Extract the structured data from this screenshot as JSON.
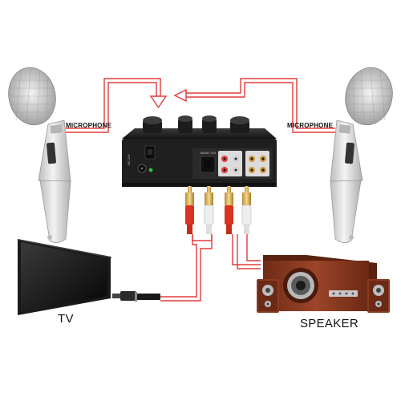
{
  "labels": {
    "mic_left": "MICROPHONE",
    "mic_right": "MICROPHONE",
    "tv": "TV",
    "speaker": "SPEAKER"
  },
  "mixer": {
    "dc_label": "DC 12V",
    "mic_panel": "MUSIC VOL"
  },
  "colors": {
    "cable": "#e33b3b",
    "mixer_body": "#1f1f1f",
    "speaker_wood": "#8c3a22",
    "mic_silver": "#d9d9d9"
  },
  "icons": [
    "microphone",
    "mixer",
    "rca-plug",
    "tv",
    "speaker-system"
  ]
}
